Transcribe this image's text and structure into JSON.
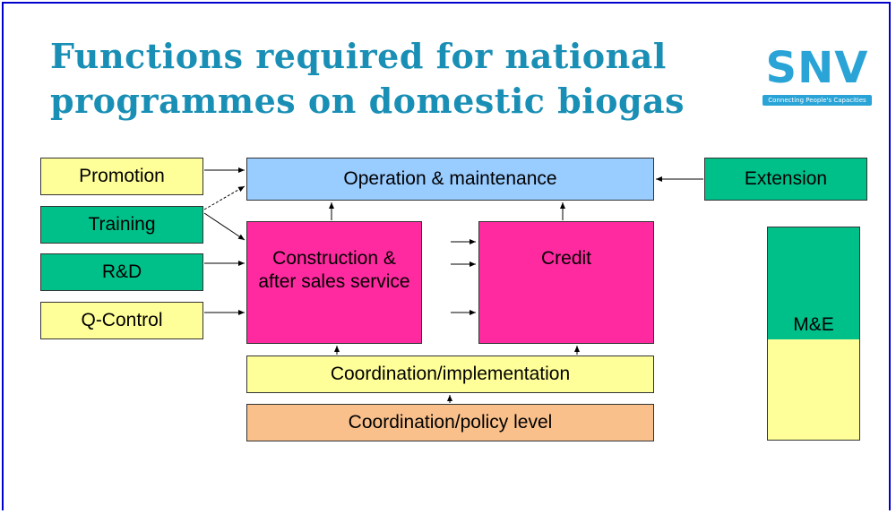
{
  "title": {
    "line1": "Functions required for national",
    "line2": "programmes on domestic biogas"
  },
  "logo": {
    "name": "SNV",
    "tagline": "Connecting People's Capacities"
  },
  "boxes": {
    "promotion": "Promotion",
    "training": "Training",
    "rnd": "R&D",
    "qcontrol": "Q-Control",
    "operation": "Operation & maintenance",
    "extension": "Extension",
    "construction": "Construction & after sales service",
    "credit": "Credit",
    "coord_impl": "Coordination/implementation",
    "coord_policy": "Coordination/policy level",
    "me": "M&E"
  },
  "colors": {
    "title": "#1a8fb5",
    "frame": "#0000cc",
    "yellow": "#ffff99",
    "green": "#00c08a",
    "blue": "#99ccff",
    "pink": "#ff2aa0",
    "peach": "#f9c08c"
  }
}
